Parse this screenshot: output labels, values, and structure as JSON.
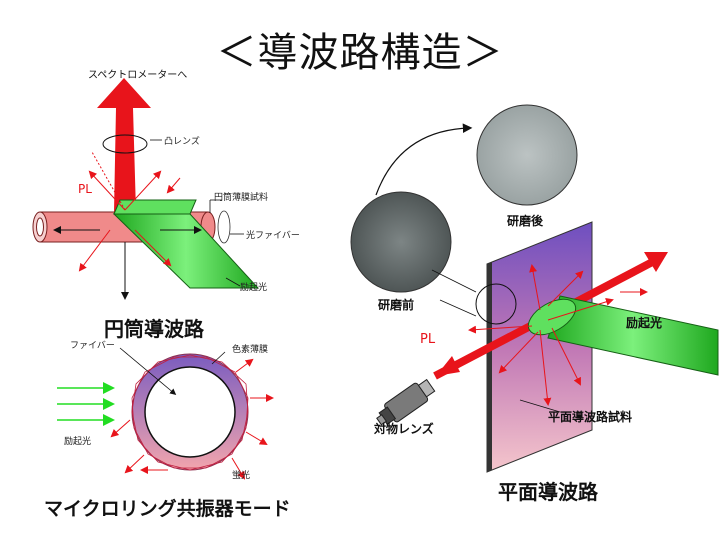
{
  "title": "＜導波路構造＞",
  "cylinder": {
    "heading": "円筒導波路",
    "to_spectrometer": "スペクトロメーターへ",
    "convex_lens": "凸レンズ",
    "pl": "PL",
    "thin_film": "円筒薄膜試料",
    "optical_fiber": "光ファイバー",
    "excitation": "励起光"
  },
  "ring": {
    "heading": "マイクロリング共振器モード",
    "fiber": "ファイバー",
    "dye_film": "色素薄膜",
    "excitation": "励起光",
    "fluorescence": "蛍光"
  },
  "planar": {
    "heading": "平面導波路",
    "after_polish": "研磨後",
    "before_polish": "研磨前",
    "excitation": "励起光",
    "pl": "PL",
    "objective": "対物レンズ",
    "sample": "平面導波路試料"
  },
  "colors": {
    "red": "#e8141b",
    "green": "#2ecc2e",
    "pink": "#f08a8a",
    "purple": "#8a5cb8"
  }
}
